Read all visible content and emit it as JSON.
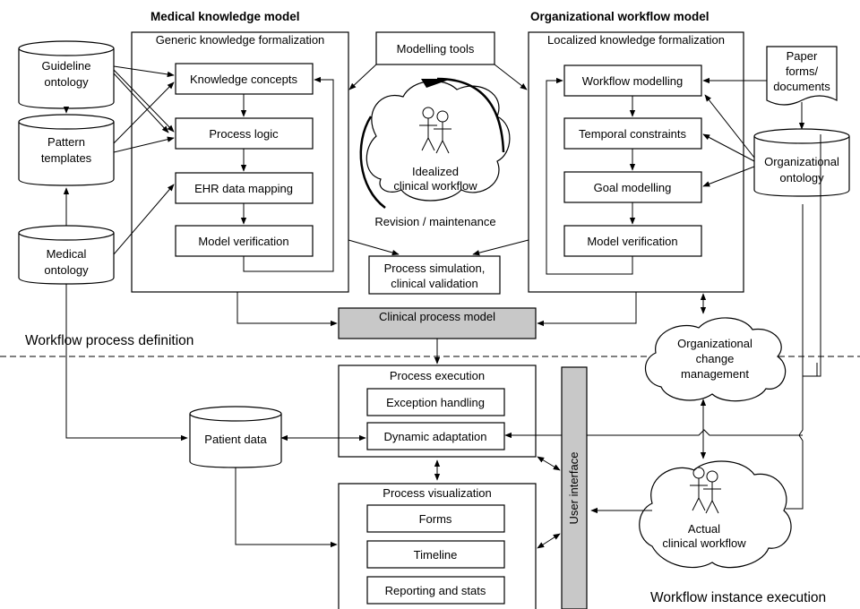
{
  "headers": {
    "medical": "Medical knowledge model",
    "organizational": "Organizational workflow model"
  },
  "medical_frame": {
    "title": "Generic knowledge formalization",
    "steps": [
      "Knowledge concepts",
      "Process logic",
      "EHR data mapping",
      "Model verification"
    ]
  },
  "org_frame": {
    "title": "Localized knowledge formalization",
    "steps": [
      "Workflow modelling",
      "Temporal constraints",
      "Goal modelling",
      "Model verification"
    ]
  },
  "left_stores": {
    "guideline": [
      "Guideline",
      "ontology"
    ],
    "pattern": [
      "Pattern",
      "templates"
    ],
    "medical": [
      "Medical",
      "ontology"
    ]
  },
  "center": {
    "modelling_tools": "Modelling tools",
    "idealized": [
      "Idealized",
      "clinical workflow"
    ],
    "revision": "Revision / maintenance",
    "simulation": [
      "Process simulation,",
      "clinical validation"
    ],
    "clinical_process_model": "Clinical process model"
  },
  "right_items": {
    "paper_docs": [
      "Paper",
      "forms/",
      "documents"
    ],
    "org_ontology": [
      "Organizational",
      "ontology"
    ],
    "change_mgmt": [
      "Organizational",
      "change",
      "management"
    ],
    "actual": [
      "Actual",
      "clinical workflow"
    ]
  },
  "zones": {
    "definition": "Workflow process definition",
    "instance": "Workflow instance execution"
  },
  "execution": {
    "title": "Process execution",
    "items": [
      "Exception handling",
      "Dynamic adaptation"
    ]
  },
  "visualization": {
    "title": "Process visualization",
    "items": [
      "Forms",
      "Timeline",
      "Reporting and stats"
    ]
  },
  "patient_data": "Patient data",
  "user_interface": "User interface",
  "colors": {
    "highlight_fill": "#c8c8c8",
    "stroke": "#000000"
  }
}
